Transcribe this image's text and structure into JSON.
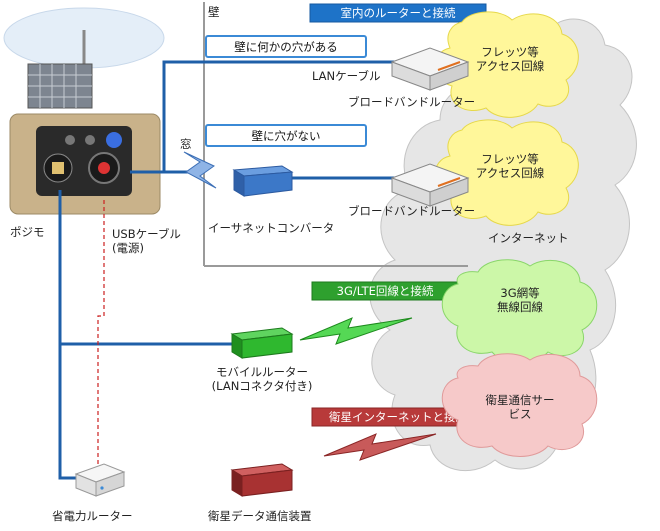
{
  "colors": {
    "cable": "#1f5fa8",
    "usb_cable": "#cc2020",
    "wall": "#9a9a9a",
    "blue_banner": "#1e73c8",
    "green_banner": "#2ea02e",
    "red_banner": "#b83a3a",
    "yellow_cloud": "#fff79a",
    "green_cloud": "#ccf7a8",
    "pink_cloud": "#f6c9c9",
    "internet_cloud": "#e6e6e6",
    "converter_blue": "#3c78c8",
    "mobile_router_green": "#2fb82f",
    "satellite_red": "#a83232"
  },
  "labels": {
    "wall": "壁",
    "window": "窓",
    "posimo": "ポジモ",
    "usb_cable": "USBケーブル\n(電源)",
    "lan_cable": "LANケーブル",
    "broadband_router_1": "ブロードバンドルーター",
    "broadband_router_2": "ブロードバンドルーター",
    "ethernet_converter": "イーサネットコンバータ",
    "internet": "インターネット",
    "mobile_router": "モバイルルーター\n(LANコネクタ付き)",
    "power_saving_router": "省電力ルーター",
    "satellite_device": "衛星データ通信装置"
  },
  "banners": {
    "indoor_router": "室内のルーターと接続",
    "hole_in_wall": "壁に何かの穴がある",
    "no_hole": "壁に穴がない",
    "lte": "3G/LTE回線と接続",
    "satellite": "衛星インターネットと接続"
  },
  "clouds": {
    "flets_1": "フレッツ等\nアクセス回線",
    "flets_2": "フレッツ等\nアクセス回線",
    "wireless": "3G網等\n無線回線",
    "satellite_service": "衛星通信サー\nビス"
  },
  "icons": {
    "solar_panel": "solar-panel-icon",
    "posimo_device": "posimo-device-icon",
    "router": "router-icon"
  }
}
